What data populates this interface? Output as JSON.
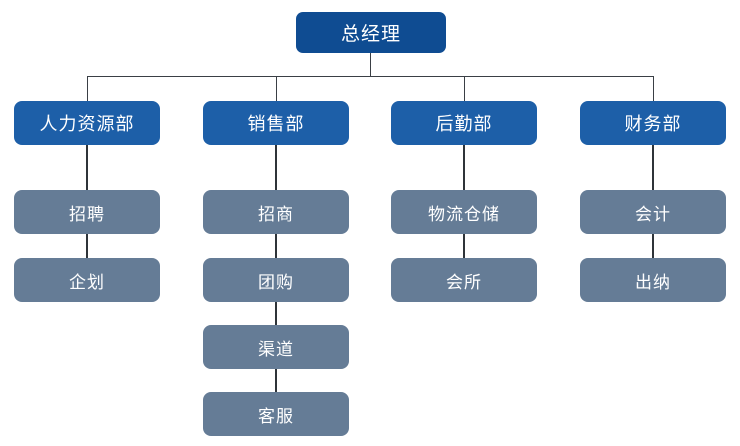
{
  "chart_data": {
    "type": "diagram",
    "subtype": "organization-chart",
    "title": "",
    "orientation": "top-down",
    "levels": 3,
    "colors": {
      "root_box": "#0f4c92",
      "department_box": "#1d5fa8",
      "team_box": "#657c96",
      "connector_line": "#3a3f45",
      "text": "#ffffff",
      "background": "#ffffff"
    },
    "root": {
      "label": "总经理",
      "level": 1
    },
    "departments": [
      {
        "label": "人力资源部",
        "level": 2,
        "teams": [
          {
            "label": "招聘",
            "level": 3
          },
          {
            "label": "企划",
            "level": 3
          }
        ]
      },
      {
        "label": "销售部",
        "level": 2,
        "teams": [
          {
            "label": "招商",
            "level": 3
          },
          {
            "label": "团购",
            "level": 3
          },
          {
            "label": "渠道",
            "level": 3
          },
          {
            "label": "客服",
            "level": 3
          }
        ]
      },
      {
        "label": "后勤部",
        "level": 2,
        "teams": [
          {
            "label": "物流仓储",
            "level": 3
          },
          {
            "label": "会所",
            "level": 3
          }
        ]
      },
      {
        "label": "财务部",
        "level": 2,
        "teams": [
          {
            "label": "会计",
            "level": 3
          },
          {
            "label": "出纳",
            "level": 3
          }
        ]
      }
    ]
  },
  "nodes": {
    "root": "总经理",
    "dept1": "人力资源部",
    "dept1_team1": "招聘",
    "dept1_team2": "企划",
    "dept2": "销售部",
    "dept2_team1": "招商",
    "dept2_team2": "团购",
    "dept2_team3": "渠道",
    "dept2_team4": "客服",
    "dept3": "后勤部",
    "dept3_team1": "物流仓储",
    "dept3_team2": "会所",
    "dept4": "财务部",
    "dept4_team1": "会计",
    "dept4_team2": "出纳"
  }
}
